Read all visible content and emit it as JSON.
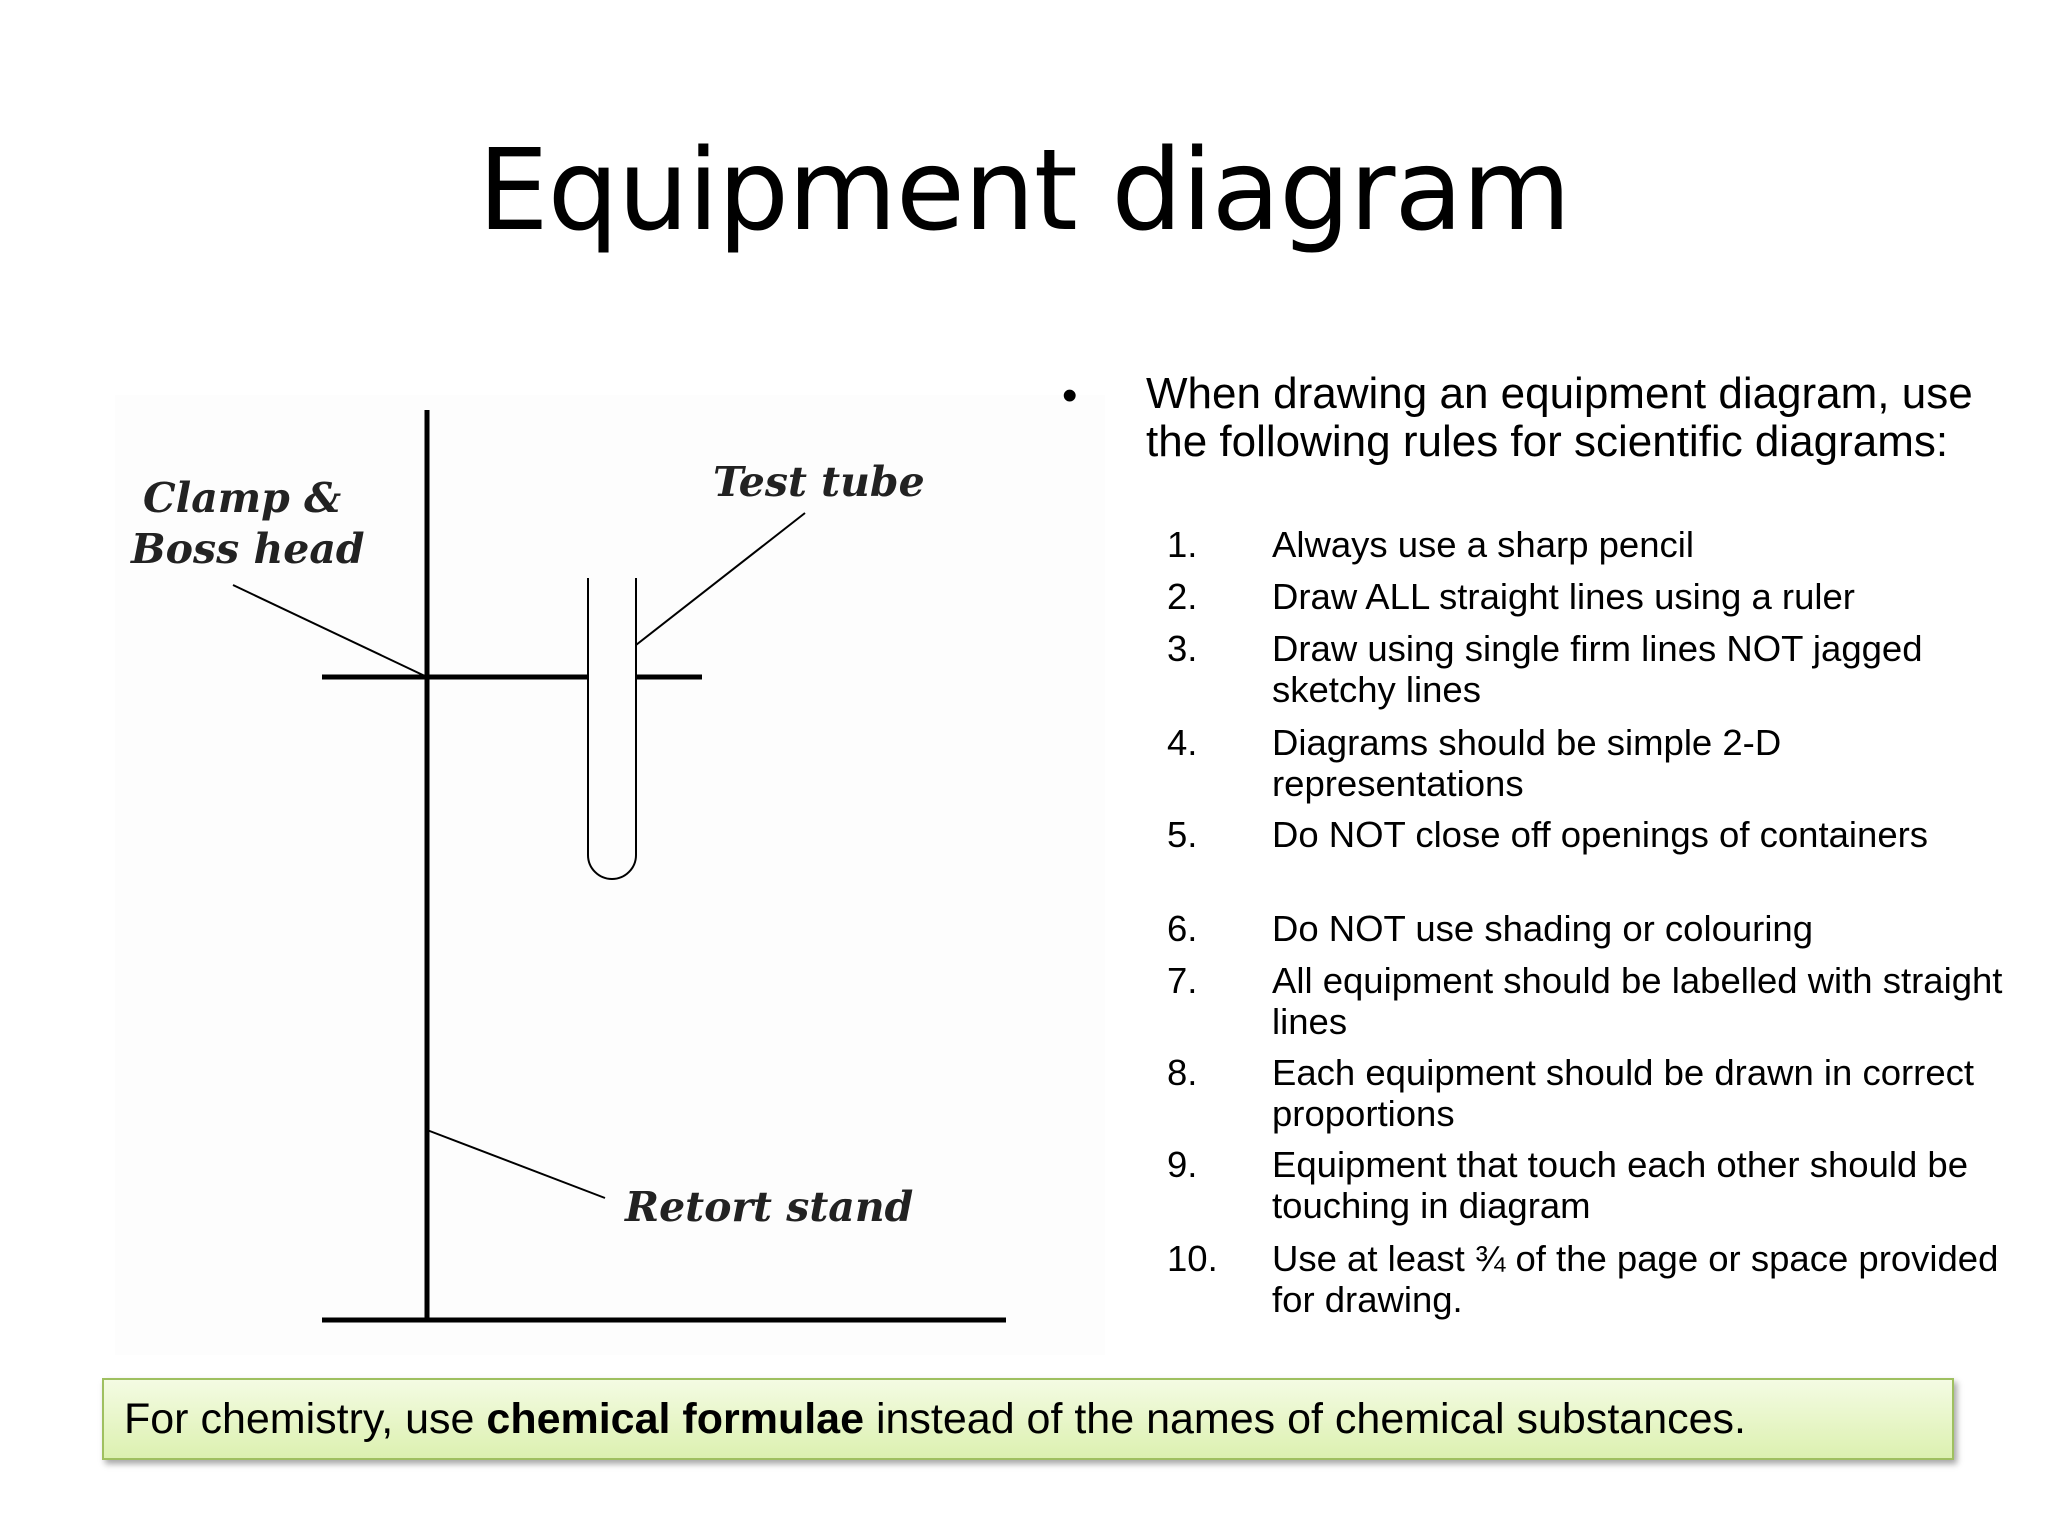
{
  "title": "Equipment diagram",
  "diagram": {
    "labels": {
      "clamp_line1": "Clamp &",
      "clamp_line2": "Boss head",
      "test_tube": "Test tube",
      "retort_stand": "Retort stand"
    }
  },
  "rules_panel": {
    "bullet": "•",
    "intro": "When drawing an equipment diagram, use the following rules for scientific diagrams:",
    "rules": [
      {
        "num": "1.",
        "text": "Always use a sharp pencil"
      },
      {
        "num": "2.",
        "text": "Draw ALL straight lines using a ruler"
      },
      {
        "num": "3.",
        "text": "Draw using single firm lines NOT jagged sketchy lines"
      },
      {
        "num": "4.",
        "text": "Diagrams should be simple 2-D representations"
      },
      {
        "num": "5.",
        "text": "Do NOT close off openings of containers"
      },
      {
        "num": "6.",
        "text": "Do NOT use shading or colouring"
      },
      {
        "num": "7.",
        "text": "All equipment should be labelled with straight lines"
      },
      {
        "num": "8.",
        "text": "Each equipment should be drawn in correct proportions"
      },
      {
        "num": "9.",
        "text": "Equipment that touch each other should be touching in diagram"
      },
      {
        "num": "10.",
        "text": "Use at least ¾ of the page or space provided for drawing."
      }
    ]
  },
  "note": {
    "before": "For chemistry, use ",
    "bold": "chemical formulae",
    "after": " instead of the names of chemical substances."
  }
}
